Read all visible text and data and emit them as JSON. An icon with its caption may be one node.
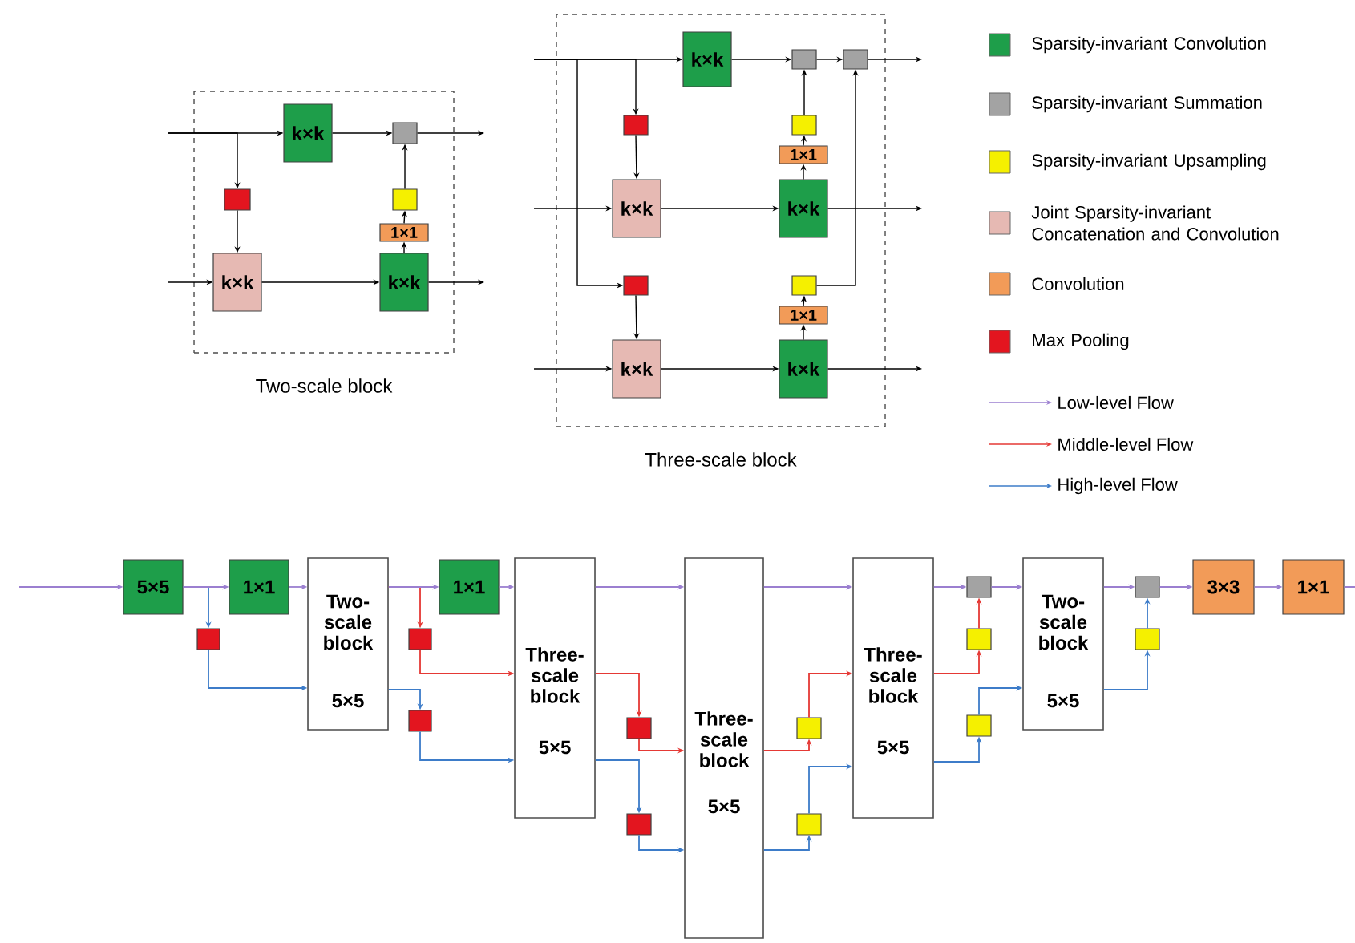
{
  "diagram": {
    "nodes": [
      {
        "text": [
          "Two-scale block"
        ]
      },
      {
        "text": [
          "k×k"
        ],
        "in": 0
      },
      {
        "text": [],
        "shape": "box",
        "in": 0
      },
      {
        "text": [],
        "shape": "box",
        "in": 0
      },
      {
        "text": [],
        "shape": "box",
        "in": 0
      },
      {
        "text": [
          "1×1"
        ],
        "in": 0
      },
      {
        "text": [
          "k×k"
        ],
        "in": 0
      },
      {
        "text": [
          "k×k"
        ],
        "in": 0
      },
      {
        "text": [
          "Three-scale block"
        ]
      },
      {
        "text": [
          "k×k"
        ],
        "in": 8
      },
      {
        "text": [],
        "shape": "box",
        "in": 8
      },
      {
        "text": [],
        "shape": "box",
        "in": 8
      },
      {
        "text": [],
        "shape": "box",
        "in": 8
      },
      {
        "text": [],
        "shape": "box",
        "in": 8
      },
      {
        "text": [
          "1×1"
        ],
        "in": 8
      },
      {
        "text": [
          "k×k"
        ],
        "in": 8
      },
      {
        "text": [
          "k×k"
        ],
        "in": 8
      },
      {
        "text": [],
        "shape": "box",
        "in": 8
      },
      {
        "text": [],
        "shape": "box",
        "in": 8
      },
      {
        "text": [
          "1×1"
        ],
        "in": 8
      },
      {
        "text": [
          "k×k"
        ],
        "in": 8
      },
      {
        "text": [
          "k×k"
        ],
        "in": 8
      },
      {
        "text": [
          "5×5"
        ]
      },
      {
        "text": [
          "1×1"
        ]
      },
      {
        "text": [],
        "shape": "box"
      },
      {
        "text": [
          "Two- scale block",
          "5×5"
        ]
      },
      {
        "text": [
          "1×1"
        ]
      },
      {
        "text": [],
        "shape": "box"
      },
      {
        "text": [],
        "shape": "box"
      },
      {
        "text": [
          "Three- scale block",
          "5×5"
        ]
      },
      {
        "text": [],
        "shape": "box"
      },
      {
        "text": [],
        "shape": "box"
      },
      {
        "text": [
          "Three- scale block",
          "5×5"
        ]
      },
      {
        "text": [],
        "shape": "box"
      },
      {
        "text": [],
        "shape": "box"
      },
      {
        "text": [
          "Three- scale block",
          "5×5"
        ]
      },
      {
        "text": [],
        "shape": "box"
      },
      {
        "text": [],
        "shape": "box"
      },
      {
        "text": [],
        "shape": "box"
      },
      {
        "text": [
          "Two- scale block",
          "5×5"
        ]
      },
      {
        "text": [],
        "shape": "box"
      },
      {
        "text": [],
        "shape": "box"
      },
      {
        "text": [
          "3×3"
        ]
      },
      {
        "text": [
          "1×1"
        ]
      }
    ],
    "edges": [
      {
        "from": null,
        "to": 1,
        "arrow": "to"
      },
      {
        "from": null,
        "to": 3,
        "arrow": "to"
      },
      {
        "from": 1,
        "to": 2,
        "arrow": "to"
      },
      {
        "from": 2,
        "to": null,
        "arrow": "to"
      },
      {
        "from": 3,
        "to": 6,
        "arrow": "to"
      },
      {
        "from": null,
        "to": 6,
        "arrow": "to"
      },
      {
        "from": 6,
        "to": 7,
        "arrow": "to"
      },
      {
        "from": 7,
        "to": null,
        "arrow": "to"
      },
      {
        "from": 7,
        "to": 5,
        "arrow": "to"
      },
      {
        "from": 5,
        "to": 4,
        "arrow": "to"
      },
      {
        "from": 4,
        "to": 2,
        "arrow": "to"
      },
      {
        "from": null,
        "to": 9,
        "arrow": "to"
      },
      {
        "from": null,
        "to": 12,
        "arrow": "to"
      },
      {
        "from": null,
        "to": 17,
        "arrow": "to"
      },
      {
        "from": 9,
        "to": 10,
        "arrow": "to"
      },
      {
        "from": 10,
        "to": 11,
        "arrow": "to"
      },
      {
        "from": 11,
        "to": null,
        "arrow": "to"
      },
      {
        "from": 12,
        "to": 15,
        "arrow": "to"
      },
      {
        "from": null,
        "to": 15,
        "arrow": "to"
      },
      {
        "from": 15,
        "to": 16,
        "arrow": "to"
      },
      {
        "from": 16,
        "to": null,
        "arrow": "to"
      },
      {
        "from": 16,
        "to": 14,
        "arrow": "to"
      },
      {
        "from": 14,
        "to": 13,
        "arrow": "to"
      },
      {
        "from": 13,
        "to": 10,
        "arrow": "to"
      },
      {
        "from": 17,
        "to": 20,
        "arrow": "to"
      },
      {
        "from": null,
        "to": 20,
        "arrow": "to"
      },
      {
        "from": 20,
        "to": 21,
        "arrow": "to"
      },
      {
        "from": 21,
        "to": null,
        "arrow": "to"
      },
      {
        "from": 21,
        "to": 19,
        "arrow": "to"
      },
      {
        "from": 19,
        "to": 18,
        "arrow": "to"
      },
      {
        "from": 18,
        "to": 11,
        "arrow": "to"
      },
      {
        "from": null,
        "to": 22,
        "arrow": "to",
        "color": "#9b7fd0"
      },
      {
        "from": 22,
        "to": 23,
        "arrow": "to",
        "color": "#9b7fd0"
      },
      {
        "from": 22,
        "to": 24,
        "arrow": "to",
        "color": "#3d7cc9"
      },
      {
        "from": 23,
        "to": 25,
        "arrow": "to",
        "color": "#9b7fd0"
      },
      {
        "from": 24,
        "to": 25,
        "arrow": "to",
        "color": "#3d7cc9"
      },
      {
        "from": 25,
        "to": 26,
        "arrow": "to",
        "color": "#9b7fd0"
      },
      {
        "from": 25,
        "to": 27,
        "arrow": "to",
        "color": "#e53935"
      },
      {
        "from": 25,
        "to": 28,
        "arrow": "to",
        "color": "#3d7cc9"
      },
      {
        "from": 26,
        "to": 29,
        "arrow": "to",
        "color": "#9b7fd0"
      },
      {
        "from": 27,
        "to": 29,
        "arrow": "to",
        "color": "#e53935"
      },
      {
        "from": 28,
        "to": 29,
        "arrow": "to",
        "color": "#3d7cc9"
      },
      {
        "from": 29,
        "to": 32,
        "arrow": "to",
        "color": "#9b7fd0"
      },
      {
        "from": 29,
        "to": 30,
        "arrow": "to",
        "color": "#e53935"
      },
      {
        "from": 29,
        "to": 31,
        "arrow": "to",
        "color": "#3d7cc9"
      },
      {
        "from": 30,
        "to": 32,
        "arrow": "to",
        "color": "#e53935"
      },
      {
        "from": 31,
        "to": 32,
        "arrow": "to",
        "color": "#3d7cc9"
      },
      {
        "from": 32,
        "to": 35,
        "arrow": "to",
        "color": "#9b7fd0"
      },
      {
        "from": 32,
        "to": 33,
        "arrow": "to",
        "color": "#e53935"
      },
      {
        "from": 32,
        "to": 34,
        "arrow": "to",
        "color": "#3d7cc9"
      },
      {
        "from": 33,
        "to": 35,
        "arrow": "to",
        "color": "#e53935"
      },
      {
        "from": 34,
        "to": 35,
        "arrow": "to",
        "color": "#3d7cc9"
      },
      {
        "from": 35,
        "to": 36,
        "arrow": "to",
        "color": "#9b7fd0"
      },
      {
        "from": 35,
        "to": 37,
        "arrow": "to",
        "color": "#e53935"
      },
      {
        "from": 35,
        "to": 38,
        "arrow": "to",
        "color": "#3d7cc9"
      },
      {
        "from": 37,
        "to": 36,
        "arrow": "to",
        "color": "#e53935"
      },
      {
        "from": 38,
        "to": 39,
        "arrow": "to",
        "color": "#3d7cc9"
      },
      {
        "from": 36,
        "to": 39,
        "arrow": "to",
        "color": "#9b7fd0"
      },
      {
        "from": 39,
        "to": 40,
        "arrow": "to",
        "color": "#9b7fd0"
      },
      {
        "from": 39,
        "to": 41,
        "arrow": "to",
        "color": "#3d7cc9"
      },
      {
        "from": 41,
        "to": 40,
        "arrow": "to",
        "color": "#3d7cc9"
      },
      {
        "from": 40,
        "to": 42,
        "arrow": "to",
        "color": "#9b7fd0"
      },
      {
        "from": 42,
        "to": 43,
        "arrow": "to",
        "color": "#9b7fd0"
      },
      {
        "from": 43,
        "to": null,
        "arrow": "none",
        "color": "#9b7fd0"
      }
    ],
    "legend": [
      {
        "text": "Sparsity-invariant Convolution",
        "color": "#1e9e4a"
      },
      {
        "text": "Sparsity-invariant Summation",
        "color": "#a3a3a3"
      },
      {
        "text": "Sparsity-invariant Upsampling",
        "color": "#f5f000"
      },
      {
        "text": "Joint Sparsity-invariant Concatenation and Convolution",
        "color": "#e6b9b3"
      },
      {
        "text": "Convolution",
        "color": "#f29b58"
      },
      {
        "text": "Max Pooling",
        "color": "#e3151f"
      },
      {
        "text": "Low-level Flow"
      },
      {
        "text": "Middle-level Flow"
      },
      {
        "text": "High-level Flow"
      }
    ]
  }
}
